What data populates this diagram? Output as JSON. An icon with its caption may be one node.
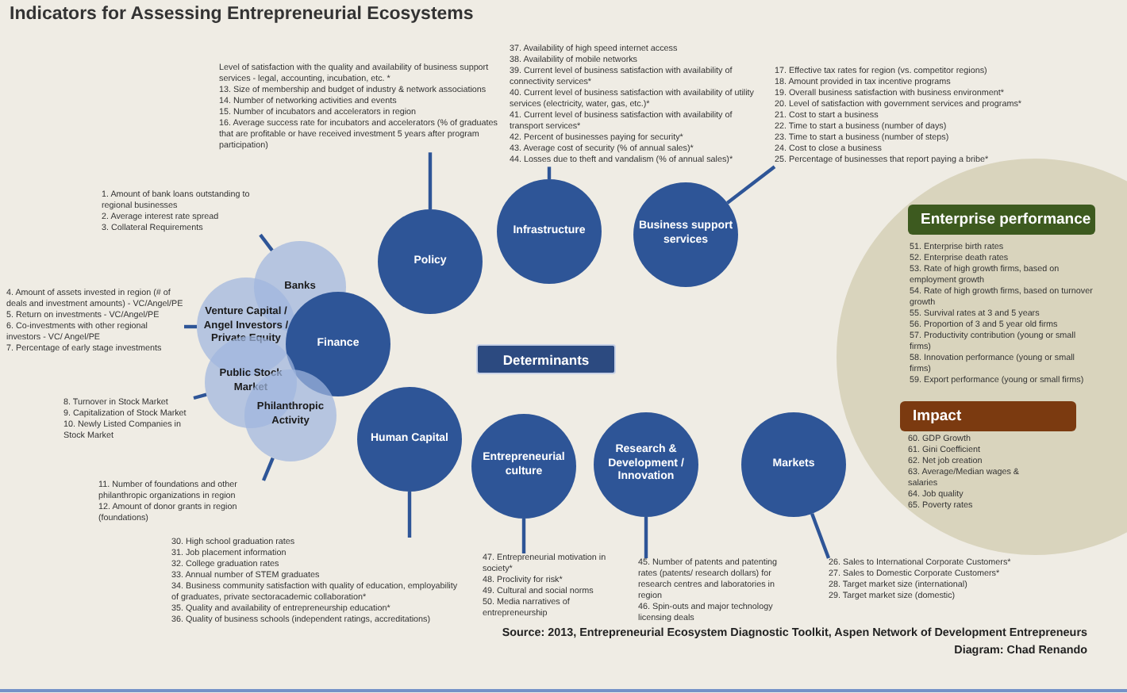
{
  "diagram": {
    "title": "Indicators for Assessing Entrepreneurial Ecosystems",
    "nodes": [
      {
        "text": [
          "Policy"
        ]
      },
      {
        "text": [
          "Infrastructure"
        ]
      },
      {
        "text": [
          "Business support services"
        ]
      },
      {
        "text": [
          "Banks"
        ]
      },
      {
        "text": [
          "Venture Capital / Angel Investors / Private Equity"
        ]
      },
      {
        "text": [
          "Finance"
        ]
      },
      {
        "text": [
          "Public Stock Market"
        ]
      },
      {
        "text": [
          "Philanthropic Activity"
        ]
      },
      {
        "text": [
          "Determinants"
        ]
      },
      {
        "text": [
          "Human Capital"
        ]
      },
      {
        "text": [
          "Entrepreneurial culture"
        ]
      },
      {
        "text": [
          "Research & Development / Innovation"
        ]
      },
      {
        "text": [
          "Markets"
        ]
      },
      {
        "text": [],
        "shape": "circle"
      },
      {
        "text": [
          "Enterprise performance"
        ],
        "in": 13,
        "beside": [
          "51. Enterprise birth rates",
          "52. Enterprise death rates",
          "53. Rate of high growth firms, based on employment growth",
          "54. Rate of high growth firms, based on turnover growth",
          "55. Survival rates at 3 and 5 years",
          "56. Proportion of 3 and 5 year old firms",
          "57. Productivity contribution (young or small firms)",
          "58. Innovation performance (young or small firms)",
          "59. Export performance (young or small firms)"
        ]
      },
      {
        "text": [
          "Impact"
        ],
        "in": 13,
        "beside": [
          "60. GDP Growth",
          "61. Gini Coefficient",
          "62. Net job creation",
          "63. Average/Median wages & salaries",
          "64. Job quality",
          "65. Poverty rates"
        ]
      },
      {
        "text": [
          "Level of satisfaction with the quality and availability of business support services - legal, accounting, incubation, etc. *",
          "13. Size of membership and budget of industry & network associations",
          "14. Number of networking activities and events",
          "15. Number of incubators and accelerators in region",
          "16. Average success rate for incubators and accelerators (% of graduates that are profitable or have received investment 5 years after program participation)"
        ]
      },
      {
        "text": [
          "37. Availability of high speed internet access",
          "38. Availability of mobile networks",
          "39. Current level of business satisfaction with availability of connectivity services*",
          "40. Current level of business satisfaction with availability of utility services (electricity, water, gas, etc.)*",
          "41. Current level of business satisfaction with availability of transport services*",
          "42. Percent of businesses paying for security*",
          "43. Average cost of security (% of annual sales)*",
          "44. Losses due to theft and vandalism (% of annual sales)*"
        ]
      },
      {
        "text": [
          "17. Effective tax rates for region (vs. competitor regions)",
          "18. Amount provided in tax incentive programs",
          "19. Overall business satisfaction with business environment*",
          "20. Level of satisfaction with government services and programs*",
          "21. Cost to start a business",
          "22. Time to start a business (number of days)",
          "23. Time to start a business (number of steps)",
          "24. Cost to close a business",
          "25. Percentage of businesses that report paying a bribe*"
        ]
      },
      {
        "text": [
          "1. Amount of bank loans outstanding to regional businesses",
          "2. Average interest rate spread",
          "3. Collateral Requirements"
        ]
      },
      {
        "text": [
          "4. Amount of assets invested in region (# of deals and investment amounts) - VC/Angel/PE",
          "5. Return on investments - VC/Angel/PE",
          "6. Co-investments with other regional investors - VC/ Angel/PE",
          "7. Percentage of early stage investments"
        ]
      },
      {
        "text": [
          "8. Turnover in Stock Market",
          "9. Capitalization of Stock Market",
          "10. Newly Listed Companies in Stock Market"
        ]
      },
      {
        "text": [
          "11. Number of foundations and other philanthropic organizations in region",
          "12. Amount of donor grants in region (foundations)"
        ]
      },
      {
        "text": [
          "30. High school graduation rates",
          "31. Job placement information",
          "32. College graduation rates",
          "33. Annual number of STEM graduates",
          "34. Business community satisfaction with quality of education, employability of graduates, private sectoracademic collaboration*",
          "35. Quality and availability of entrepreneurship education*",
          "36. Quality of business schools (independent ratings, accreditations)"
        ]
      },
      {
        "text": [
          "47. Entrepreneurial motivation in society*",
          "48. Proclivity for risk*",
          "49. Cultural and social norms",
          "50. Media narratives of entrepreneurship"
        ]
      },
      {
        "text": [
          "45. Number of patents and patenting rates (patents/ research dollars) for research centres and laboratories in region",
          "46. Spin-outs and major technology licensing deals"
        ]
      },
      {
        "text": [
          "26. Sales to International Corporate Customers*",
          "27. Sales to Domestic Corporate Customers*",
          "28. Target market size (international)",
          "29. Target market size (domestic)"
        ]
      }
    ],
    "edges": [
      {
        "from": 0,
        "to": 16,
        "arrow": "none"
      },
      {
        "from": 1,
        "to": 17,
        "arrow": "none"
      },
      {
        "from": 2,
        "to": 18,
        "arrow": "none"
      },
      {
        "from": 3,
        "to": 19,
        "arrow": "none"
      },
      {
        "from": 4,
        "to": 20,
        "arrow": "none"
      },
      {
        "from": 6,
        "to": 21,
        "arrow": "none"
      },
      {
        "from": 7,
        "to": 22,
        "arrow": "none"
      },
      {
        "from": 9,
        "to": 23,
        "arrow": "none"
      },
      {
        "from": 10,
        "to": 24,
        "arrow": "none"
      },
      {
        "from": 11,
        "to": 25,
        "arrow": "none"
      },
      {
        "from": 12,
        "to": 26,
        "arrow": "none"
      }
    ],
    "labels": [
      "Source: 2013, Entrepreneurial Ecosystem Diagnostic Toolkit, Aspen Network of Development Entrepreneurs",
      "Diagram: Chad Renando"
    ]
  }
}
